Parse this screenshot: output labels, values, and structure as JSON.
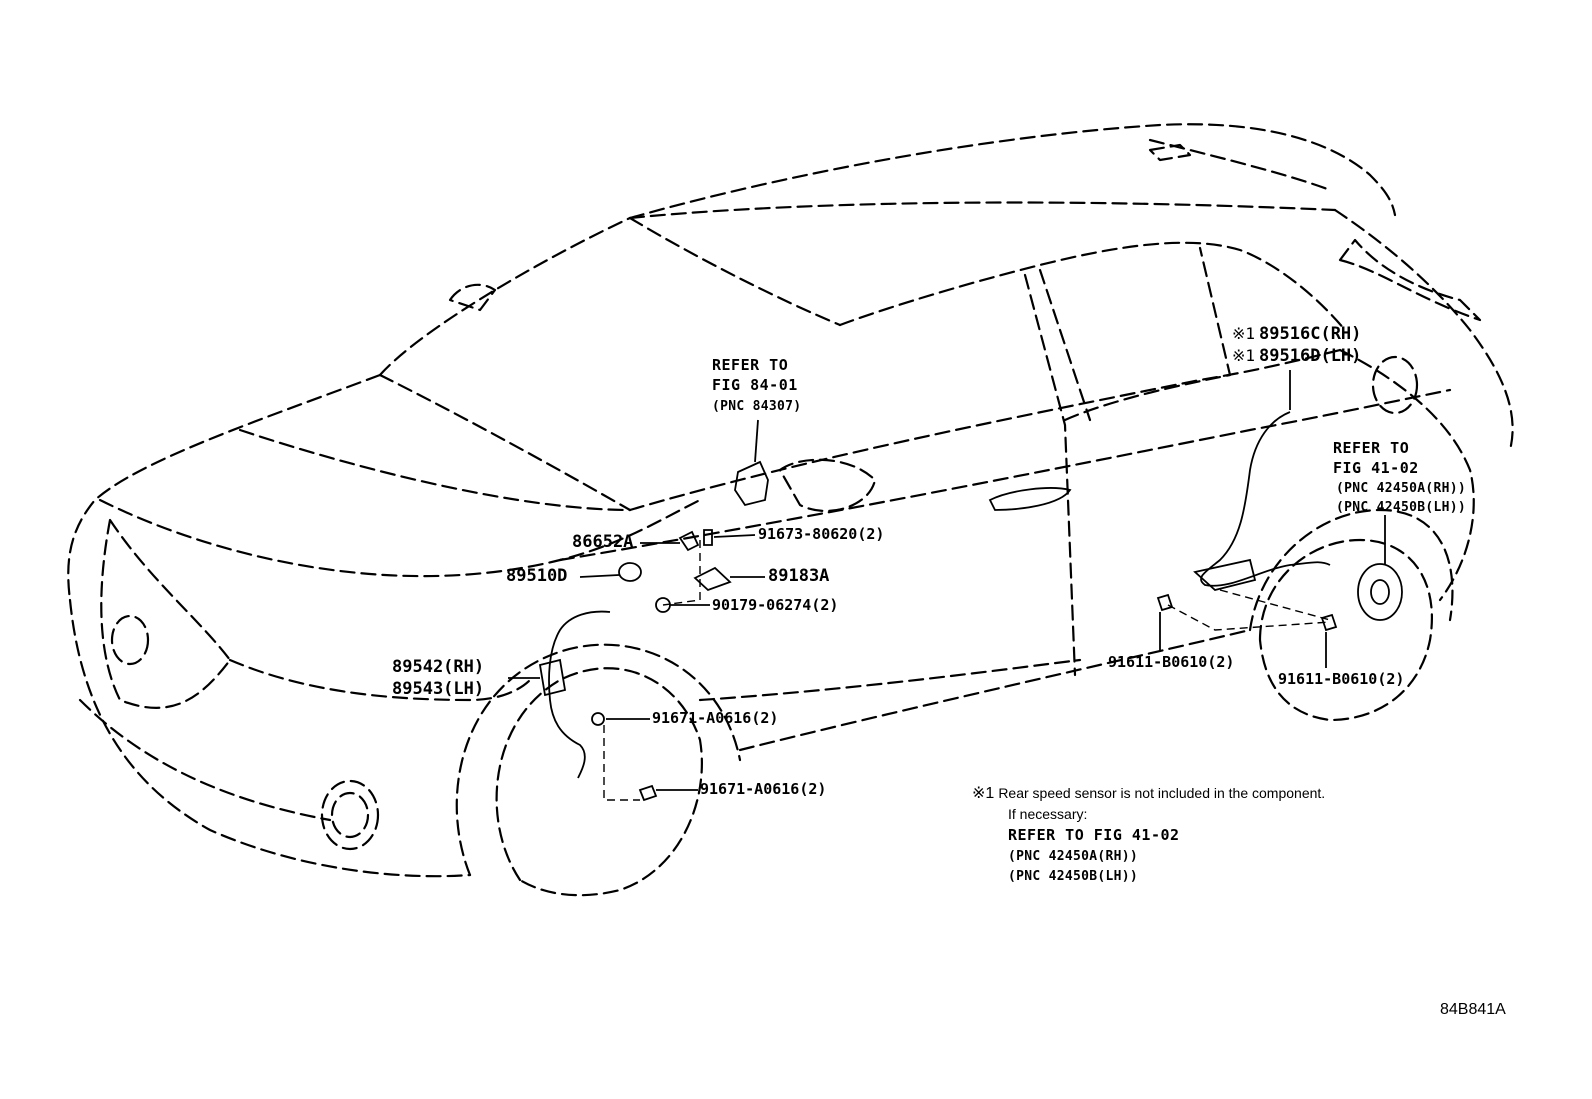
{
  "callouts": {
    "refer_84": {
      "line1": "REFER TO",
      "line2": "FIG 84-01",
      "line3": "(PNC 84307)"
    },
    "p86652a": "86652A",
    "p89510d": "89510D",
    "p91673": "91673-80620(2)",
    "p89183a": "89183A",
    "p90179": "90179-06274(2)",
    "p89542": "89542(RH)",
    "p89543": "89543(LH)",
    "p91671a": "91671-A0616(2)",
    "p91671b": "91671-A0616(2)",
    "rear_rh": {
      "mark": "※1",
      "text": "89516C(RH)"
    },
    "rear_lh": {
      "mark": "※1",
      "text": "89516D(LH)"
    },
    "refer_41": {
      "line1": "REFER TO",
      "line2": "FIG 41-02",
      "line3": "(PNC 42450A(RH))",
      "line4": "(PNC 42450B(LH))"
    },
    "p91611a": "91611-B0610(2)",
    "p91611b": "91611-B0610(2)"
  },
  "note": {
    "mark": "※1",
    "line1": "Rear speed sensor is not included in the component.",
    "line2": "If necessary:",
    "line3": "REFER TO FIG 41-02",
    "line4": "(PNC 42450A(RH))",
    "line5": "(PNC 42450B(LH))"
  },
  "figure_id": "84B841A"
}
